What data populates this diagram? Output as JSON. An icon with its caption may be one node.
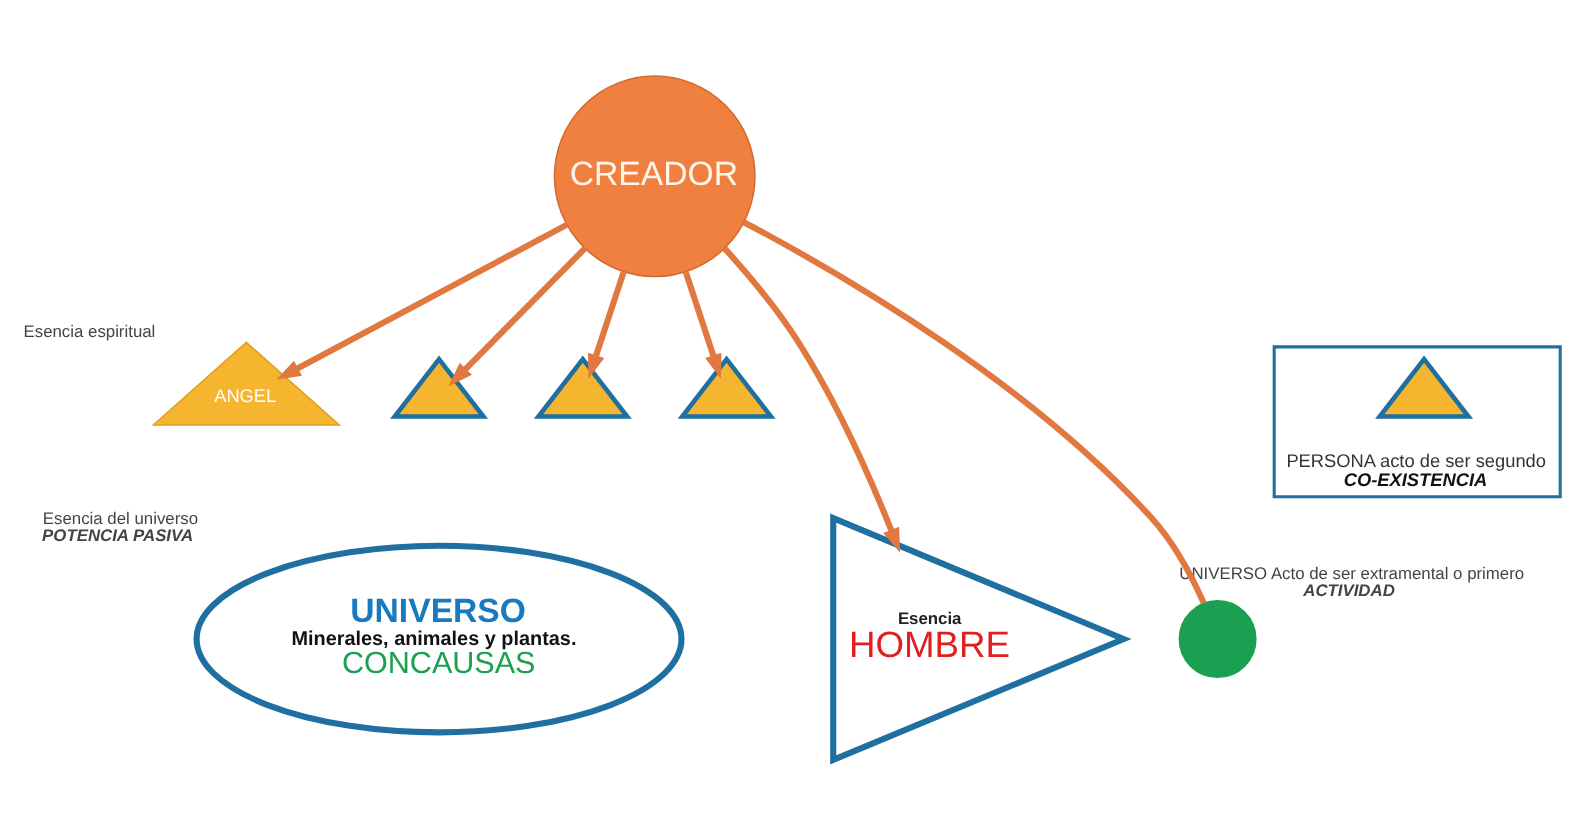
{
  "diagram": {
    "nodes": [
      {
        "text": [
          "CREADOR"
        ]
      },
      {
        "text": [
          "ANGEL"
        ],
        "beside": [
          "Esencia espiritual"
        ]
      },
      {
        "text": [],
        "shape": "triangle"
      },
      {
        "text": [],
        "shape": "triangle"
      },
      {
        "text": [],
        "shape": "triangle"
      },
      {
        "text": [
          "Esencia",
          "HOMBRE"
        ]
      },
      {
        "text": [],
        "shape": "circle",
        "beside": [
          "UNIVERSO Acto de ser extramental o primero",
          "ACTIVIDAD"
        ]
      },
      {
        "text": [
          "UNIVERSO",
          "Minerales, animales y plantas.",
          "CONCAUSAS"
        ],
        "beside": [
          "Esencia del universo",
          "POTENCIA PASIVA"
        ]
      },
      {
        "text": [
          "PERSONA acto de ser segundo",
          "CO-EXISTENCIA"
        ]
      },
      {
        "text": [],
        "shape": "triangle",
        "in": 8
      }
    ],
    "edges": [
      {
        "from": 0,
        "to": 1,
        "arrow": "to"
      },
      {
        "from": 0,
        "to": 2,
        "arrow": "to"
      },
      {
        "from": 0,
        "to": 3,
        "arrow": "to"
      },
      {
        "from": 0,
        "to": 4,
        "arrow": "to"
      },
      {
        "from": 0,
        "to": 5,
        "arrow": "to"
      },
      {
        "from": 0,
        "to": 6,
        "arrow": "none"
      }
    ]
  }
}
